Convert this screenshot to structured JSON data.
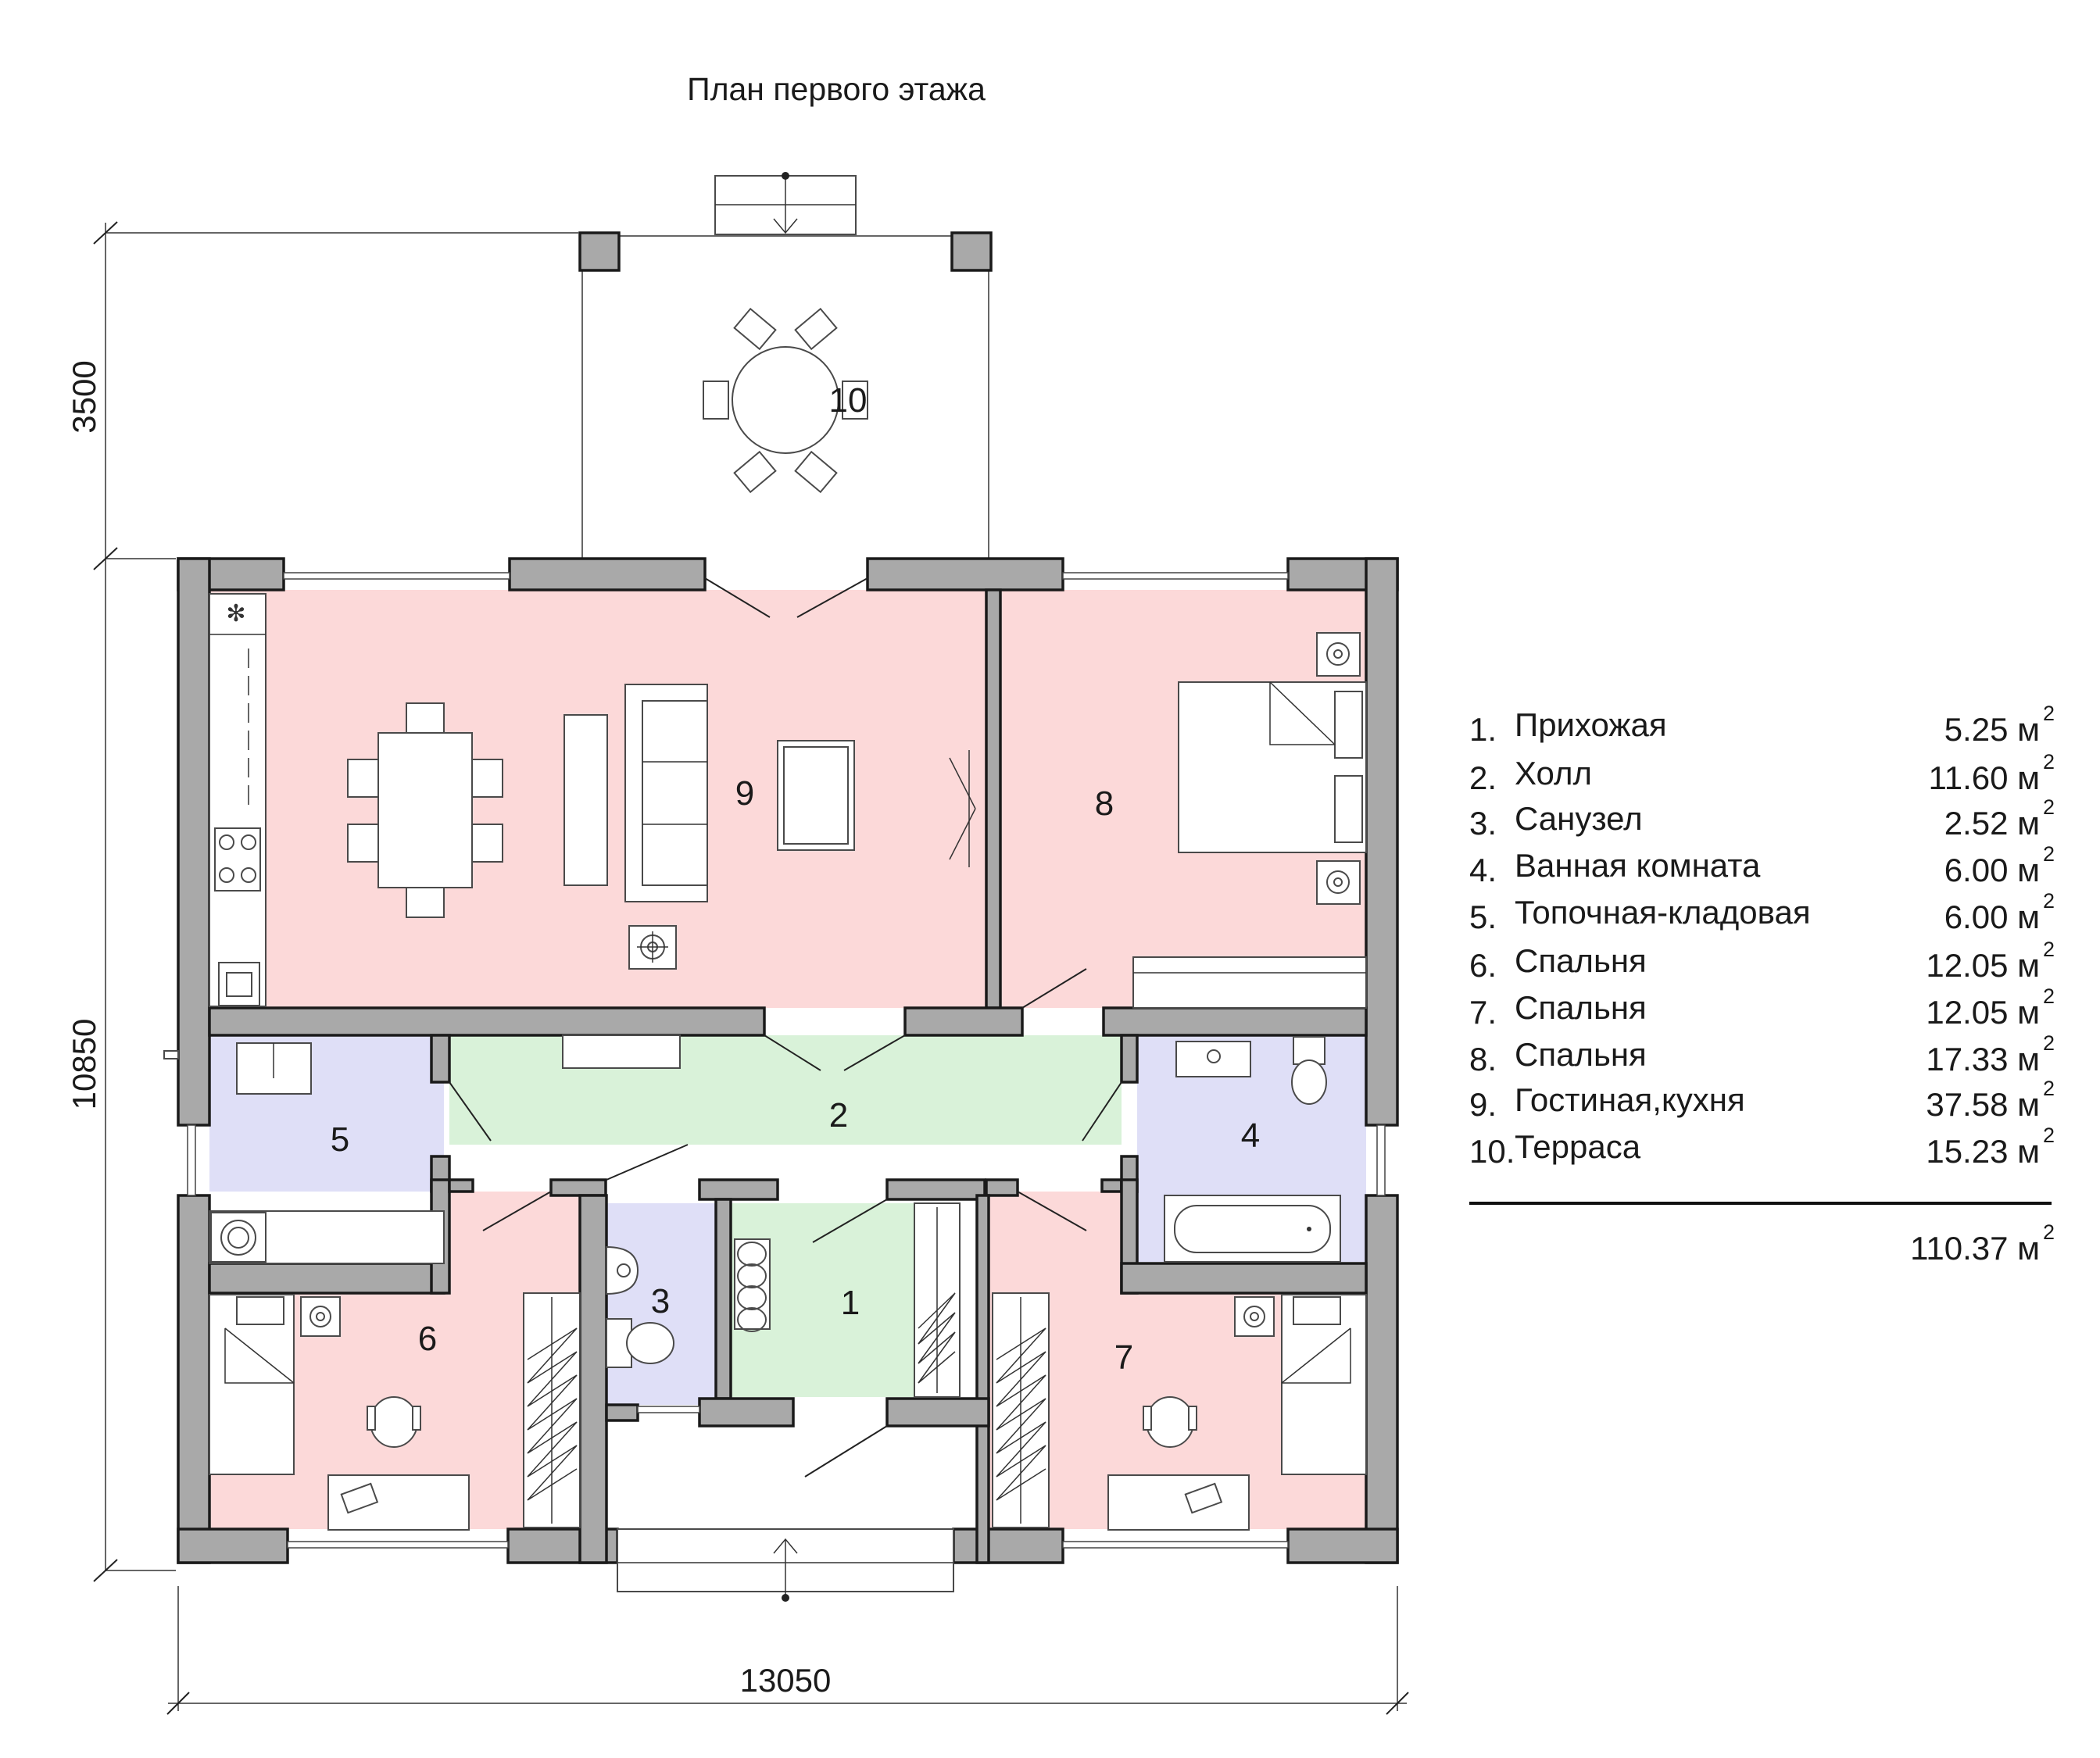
{
  "title": "План первого этажа",
  "dimensions": {
    "terrace_depth": "3500",
    "house_depth": "10850",
    "house_width": "13050"
  },
  "rooms": [
    {
      "num": "1",
      "name": "Прихожая",
      "area": "5.25 м",
      "color": "#d9f2d9"
    },
    {
      "num": "2",
      "name": "Холл",
      "area": "11.60 м",
      "color": "#d9f2d9"
    },
    {
      "num": "3",
      "name": "Санузел",
      "area": "2.52 м",
      "color": "#dfdff7"
    },
    {
      "num": "4",
      "name": "Ванная комната",
      "area": "6.00 м",
      "color": "#dfdff7"
    },
    {
      "num": "5",
      "name": "Топочная-кладовая",
      "area": "6.00 м",
      "color": "#dfdff7"
    },
    {
      "num": "6",
      "name": "Спальня",
      "area": "12.05 м",
      "color": "#fcd9d9"
    },
    {
      "num": "7",
      "name": "Спальня",
      "area": "12.05 м",
      "color": "#fcd9d9"
    },
    {
      "num": "8",
      "name": "Спальня",
      "area": "17.33 м",
      "color": "#fcd9d9"
    },
    {
      "num": "9",
      "name": "Гостиная,кухня",
      "area": "37.58 м",
      "color": "#fcd9d9"
    },
    {
      "num": "10",
      "name": "Терраса",
      "area": "15.23 м",
      "color": "#ffffff"
    }
  ],
  "legend_numbers": [
    "1.",
    "2.",
    "3.",
    "4.",
    "5.",
    "6.",
    "7.",
    "8.",
    "9.",
    "10."
  ],
  "area_superscript": "2",
  "total_area": "110.37 м",
  "colors": {
    "wall": "#a9a9a9",
    "outline": "#1a1a1a",
    "living": "#fcd9d9",
    "hall": "#d9f2d9",
    "wet": "#dfdff7"
  }
}
